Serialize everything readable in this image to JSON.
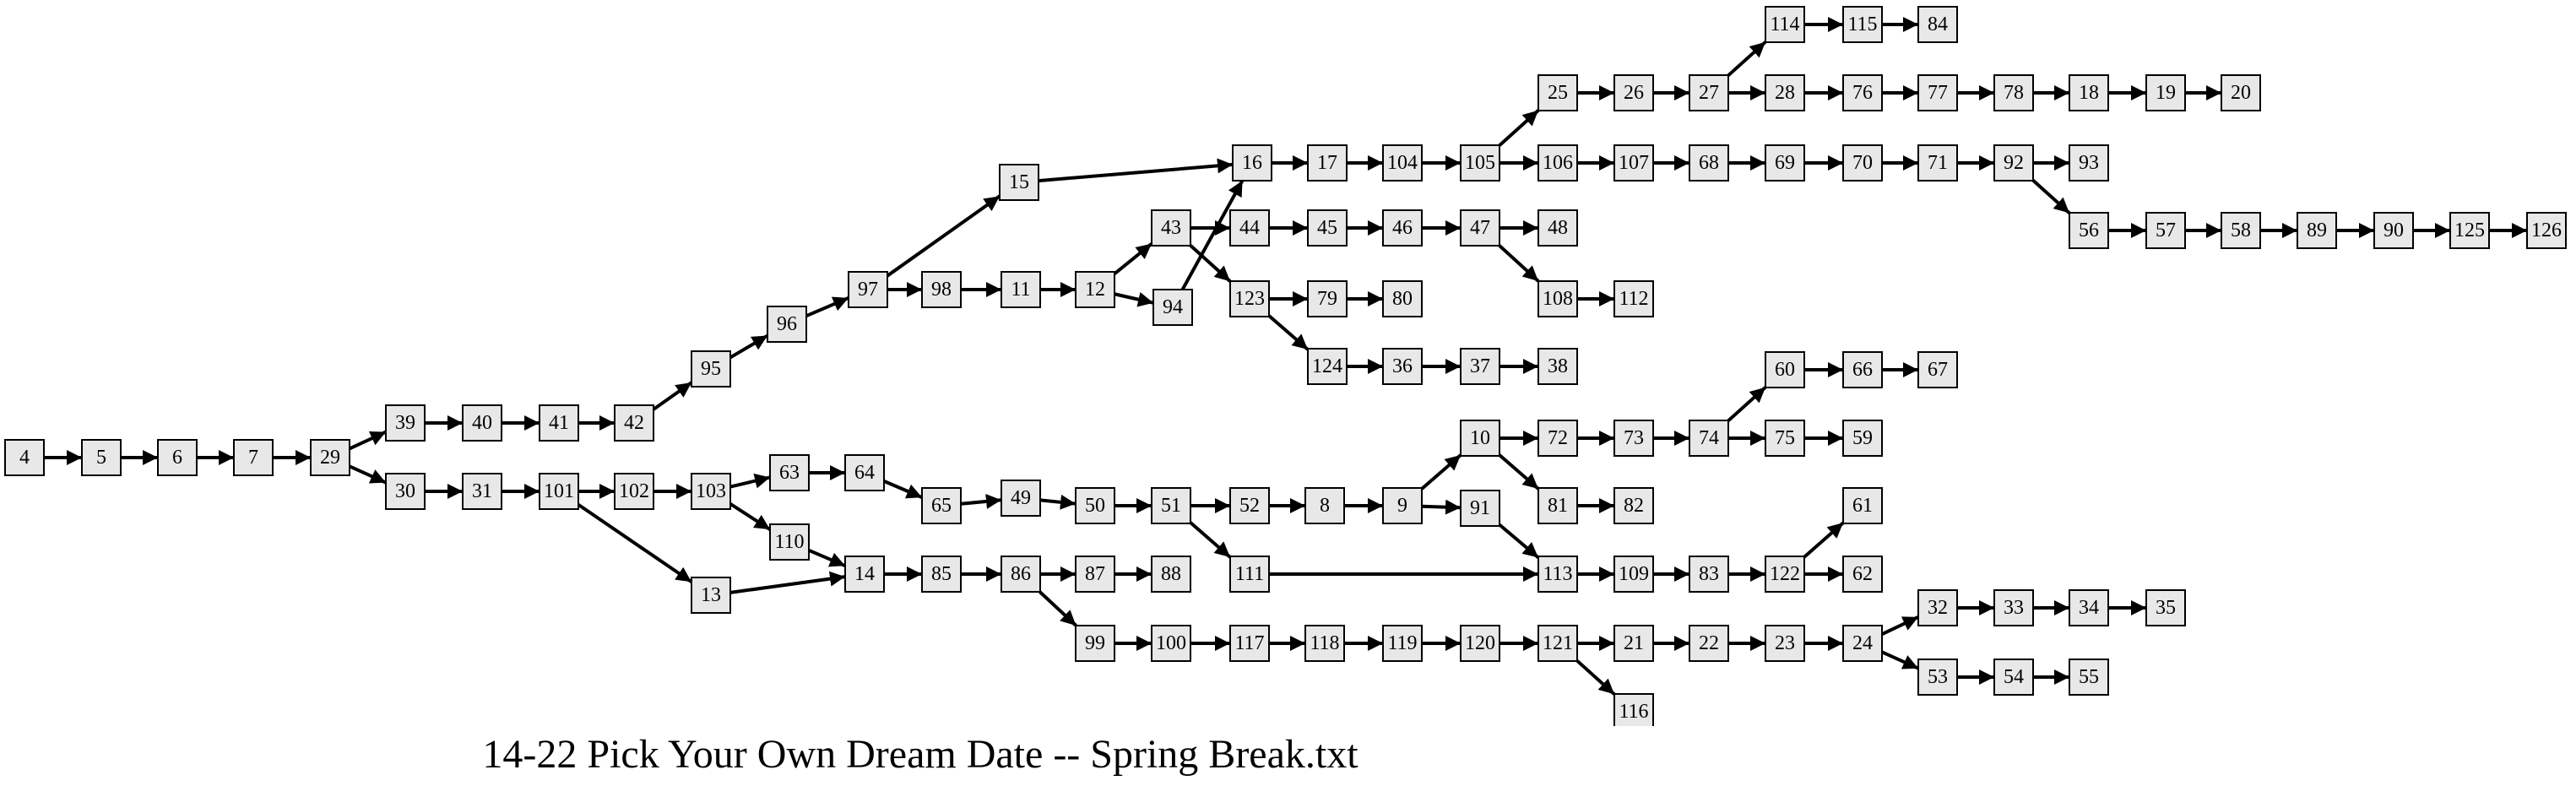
{
  "caption": "14-22 Pick Your Own Dream Date -- Spring Break.txt",
  "colors": {
    "node_fill": "#e8e8e8",
    "stroke": "#000000",
    "background": "#ffffff"
  },
  "nodes": [
    "4",
    "5",
    "6",
    "7",
    "29",
    "39",
    "40",
    "41",
    "42",
    "95",
    "96",
    "97",
    "15",
    "98",
    "11",
    "12",
    "43",
    "94",
    "16",
    "17",
    "104",
    "105",
    "25",
    "26",
    "27",
    "114",
    "115",
    "84",
    "28",
    "76",
    "77",
    "78",
    "18",
    "19",
    "20",
    "106",
    "107",
    "68",
    "69",
    "70",
    "71",
    "92",
    "93",
    "56",
    "57",
    "58",
    "89",
    "90",
    "125",
    "126",
    "44",
    "45",
    "46",
    "47",
    "48",
    "108",
    "112",
    "123",
    "79",
    "80",
    "124",
    "36",
    "37",
    "38",
    "30",
    "31",
    "101",
    "102",
    "103",
    "63",
    "64",
    "65",
    "49",
    "50",
    "51",
    "52",
    "8",
    "9",
    "10",
    "72",
    "73",
    "74",
    "60",
    "66",
    "67",
    "75",
    "59",
    "81",
    "82",
    "91",
    "111",
    "113",
    "109",
    "83",
    "122",
    "61",
    "62",
    "110",
    "13",
    "14",
    "85",
    "86",
    "87",
    "88",
    "99",
    "100",
    "117",
    "118",
    "119",
    "120",
    "121",
    "21",
    "22",
    "23",
    "24",
    "32",
    "33",
    "34",
    "35",
    "53",
    "54",
    "55",
    "116"
  ],
  "edges": [
    [
      "4",
      "5"
    ],
    [
      "5",
      "6"
    ],
    [
      "6",
      "7"
    ],
    [
      "7",
      "29"
    ],
    [
      "29",
      "39"
    ],
    [
      "29",
      "30"
    ],
    [
      "39",
      "40"
    ],
    [
      "40",
      "41"
    ],
    [
      "41",
      "42"
    ],
    [
      "42",
      "95"
    ],
    [
      "95",
      "96"
    ],
    [
      "96",
      "97"
    ],
    [
      "97",
      "15"
    ],
    [
      "97",
      "98"
    ],
    [
      "15",
      "16"
    ],
    [
      "98",
      "11"
    ],
    [
      "11",
      "12"
    ],
    [
      "12",
      "43"
    ],
    [
      "12",
      "94"
    ],
    [
      "94",
      "16"
    ],
    [
      "43",
      "44"
    ],
    [
      "43",
      "123"
    ],
    [
      "16",
      "17"
    ],
    [
      "17",
      "104"
    ],
    [
      "104",
      "105"
    ],
    [
      "105",
      "25"
    ],
    [
      "105",
      "106"
    ],
    [
      "25",
      "26"
    ],
    [
      "26",
      "27"
    ],
    [
      "27",
      "114"
    ],
    [
      "27",
      "28"
    ],
    [
      "114",
      "115"
    ],
    [
      "115",
      "84"
    ],
    [
      "28",
      "76"
    ],
    [
      "76",
      "77"
    ],
    [
      "77",
      "78"
    ],
    [
      "78",
      "18"
    ],
    [
      "18",
      "19"
    ],
    [
      "19",
      "20"
    ],
    [
      "106",
      "107"
    ],
    [
      "107",
      "68"
    ],
    [
      "68",
      "69"
    ],
    [
      "69",
      "70"
    ],
    [
      "70",
      "71"
    ],
    [
      "71",
      "92"
    ],
    [
      "92",
      "93"
    ],
    [
      "92",
      "56"
    ],
    [
      "56",
      "57"
    ],
    [
      "57",
      "58"
    ],
    [
      "58",
      "89"
    ],
    [
      "89",
      "90"
    ],
    [
      "90",
      "125"
    ],
    [
      "125",
      "126"
    ],
    [
      "44",
      "45"
    ],
    [
      "45",
      "46"
    ],
    [
      "46",
      "47"
    ],
    [
      "47",
      "48"
    ],
    [
      "47",
      "108"
    ],
    [
      "108",
      "112"
    ],
    [
      "123",
      "79"
    ],
    [
      "79",
      "80"
    ],
    [
      "123",
      "124"
    ],
    [
      "124",
      "36"
    ],
    [
      "36",
      "37"
    ],
    [
      "37",
      "38"
    ],
    [
      "30",
      "31"
    ],
    [
      "31",
      "101"
    ],
    [
      "101",
      "102"
    ],
    [
      "101",
      "13"
    ],
    [
      "102",
      "103"
    ],
    [
      "103",
      "63"
    ],
    [
      "103",
      "110"
    ],
    [
      "63",
      "64"
    ],
    [
      "64",
      "65"
    ],
    [
      "65",
      "49"
    ],
    [
      "49",
      "50"
    ],
    [
      "50",
      "51"
    ],
    [
      "51",
      "52"
    ],
    [
      "51",
      "111"
    ],
    [
      "52",
      "8"
    ],
    [
      "8",
      "9"
    ],
    [
      "9",
      "10"
    ],
    [
      "9",
      "91"
    ],
    [
      "10",
      "72"
    ],
    [
      "10",
      "81"
    ],
    [
      "72",
      "73"
    ],
    [
      "73",
      "74"
    ],
    [
      "74",
      "60"
    ],
    [
      "74",
      "75"
    ],
    [
      "60",
      "66"
    ],
    [
      "66",
      "67"
    ],
    [
      "75",
      "59"
    ],
    [
      "81",
      "82"
    ],
    [
      "91",
      "113"
    ],
    [
      "111",
      "113"
    ],
    [
      "113",
      "109"
    ],
    [
      "109",
      "83"
    ],
    [
      "83",
      "122"
    ],
    [
      "122",
      "61"
    ],
    [
      "122",
      "62"
    ],
    [
      "110",
      "14"
    ],
    [
      "13",
      "14"
    ],
    [
      "14",
      "85"
    ],
    [
      "85",
      "86"
    ],
    [
      "86",
      "87"
    ],
    [
      "86",
      "99"
    ],
    [
      "87",
      "88"
    ],
    [
      "99",
      "100"
    ],
    [
      "100",
      "117"
    ],
    [
      "117",
      "118"
    ],
    [
      "118",
      "119"
    ],
    [
      "119",
      "120"
    ],
    [
      "120",
      "121"
    ],
    [
      "121",
      "21"
    ],
    [
      "121",
      "116"
    ],
    [
      "21",
      "22"
    ],
    [
      "22",
      "23"
    ],
    [
      "23",
      "24"
    ],
    [
      "24",
      "32"
    ],
    [
      "24",
      "53"
    ],
    [
      "32",
      "33"
    ],
    [
      "33",
      "34"
    ],
    [
      "34",
      "35"
    ],
    [
      "53",
      "54"
    ],
    [
      "54",
      "55"
    ]
  ]
}
